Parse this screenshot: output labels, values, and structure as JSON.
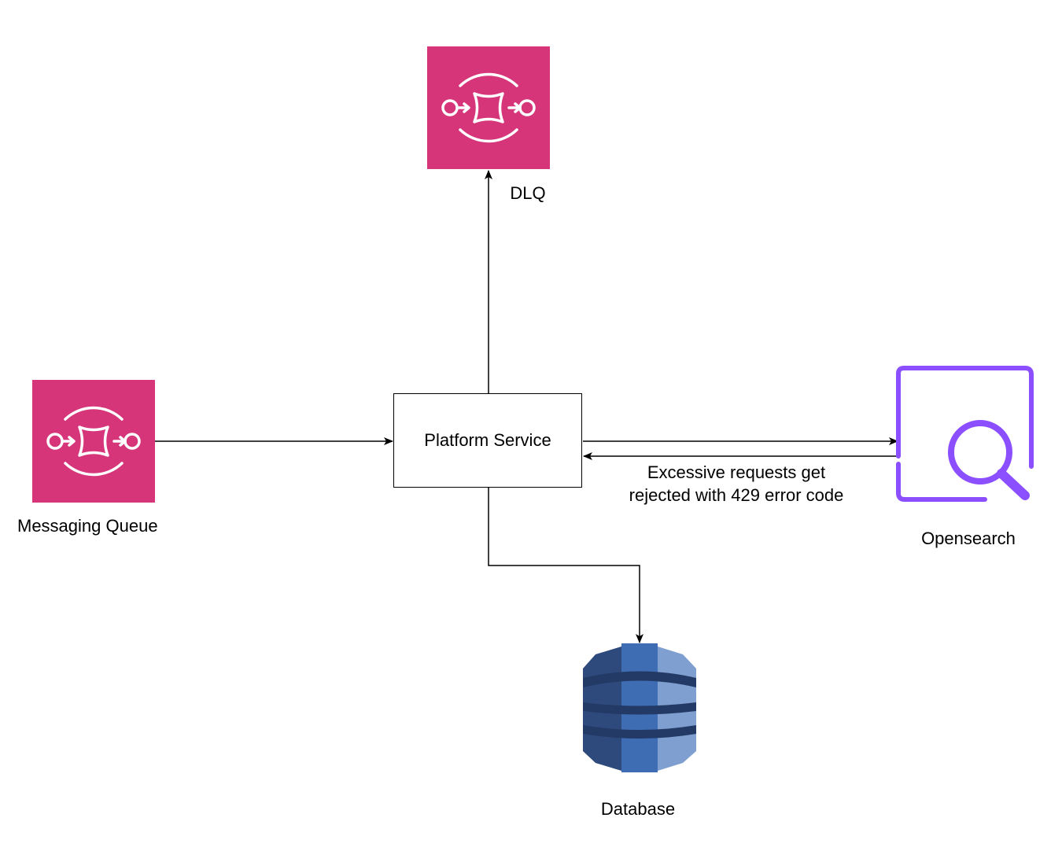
{
  "nodes": {
    "dlq": {
      "label": "DLQ",
      "icon": "sqs-queue-icon",
      "color": "#D6357A"
    },
    "messaging_queue": {
      "label": "Messaging Queue",
      "icon": "sqs-queue-icon",
      "color": "#D6357A"
    },
    "platform_service": {
      "label": "Platform Service"
    },
    "opensearch": {
      "label": "Opensearch",
      "icon": "opensearch-icon",
      "color": "#8C4FFF"
    },
    "database": {
      "label": "Database",
      "icon": "dynamodb-icon",
      "colors": [
        "#2E4A7D",
        "#3F6DB3",
        "#7E9FCF"
      ]
    }
  },
  "edges": {
    "platform_to_opensearch": {
      "from": "Platform Service",
      "to": "Opensearch"
    },
    "opensearch_to_platform": {
      "from": "Opensearch",
      "to": "Platform Service",
      "label_line1": "Excessive requests get",
      "label_line2": "rejected with 429 error code"
    },
    "queue_to_platform": {
      "from": "Messaging Queue",
      "to": "Platform Service"
    },
    "platform_to_dlq": {
      "from": "Platform Service",
      "to": "DLQ"
    },
    "platform_to_database": {
      "from": "Platform Service",
      "to": "Database"
    }
  }
}
